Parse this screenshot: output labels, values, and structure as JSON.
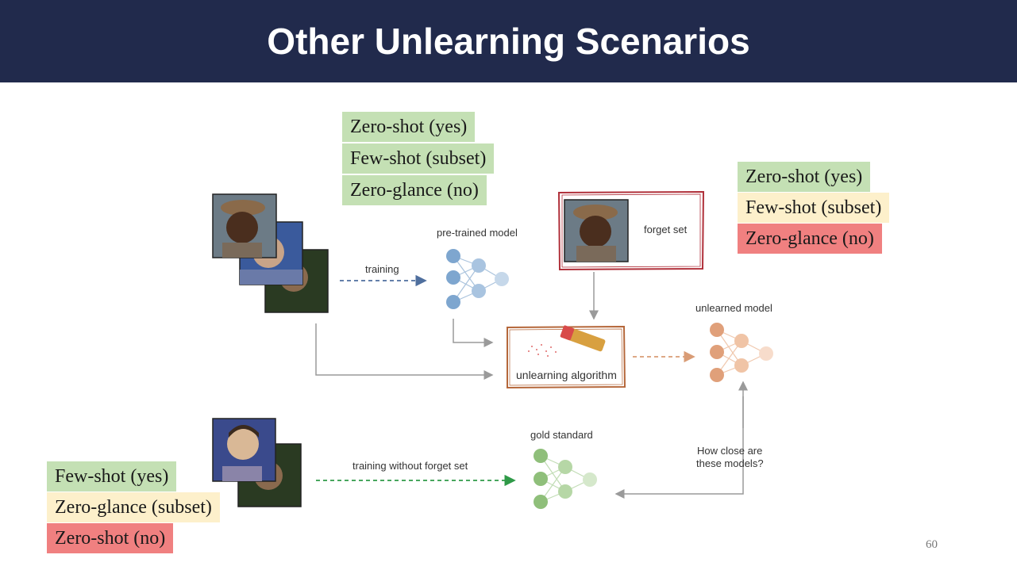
{
  "slide": {
    "title": "Other Unlearning Scenarios",
    "page_number": "60"
  },
  "tags": {
    "top_left": [
      {
        "text": "Zero-shot (yes)",
        "color": "green"
      },
      {
        "text": "Few-shot (subset)",
        "color": "green"
      },
      {
        "text": "Zero-glance (no)",
        "color": "green"
      }
    ],
    "top_right": [
      {
        "text": "Zero-shot (yes)",
        "color": "green"
      },
      {
        "text": "Few-shot (subset)",
        "color": "yellow"
      },
      {
        "text": "Zero-glance (no)",
        "color": "red"
      }
    ],
    "bottom_left": [
      {
        "text": "Few-shot (yes)",
        "color": "green"
      },
      {
        "text": "Zero-glance (subset)",
        "color": "yellow"
      },
      {
        "text": "Zero-shot (no)",
        "color": "red"
      }
    ]
  },
  "diagram": {
    "training_label": "training",
    "pretrained_label": "pre-trained model",
    "forget_set_label": "forget set",
    "algorithm_label": "unlearning algorithm",
    "unlearned_label": "unlearned model",
    "gold_label": "gold standard",
    "training_without_label": "training without forget set",
    "question_line1": "How close are",
    "question_line2": "these models?"
  },
  "colors": {
    "header_bg": "#212a4c",
    "tag_green": "#c4e0b4",
    "tag_yellow": "#fdf0cb",
    "tag_red": "#f08080",
    "pretrained_blue": "#7ea6cf",
    "unlearned_orange": "#e0a07a",
    "gold_green": "#8fbf7a",
    "forget_frame_red": "#b0303a",
    "algorithm_frame": "#b5673a"
  }
}
